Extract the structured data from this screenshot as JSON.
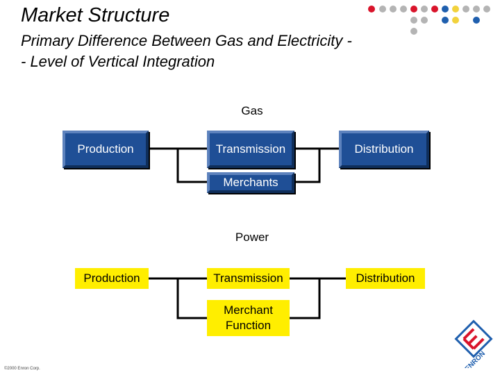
{
  "title": "Market Structure",
  "subtitle": "Primary Difference Between Gas and Electricity -- Level of Vertical Integration",
  "gas": {
    "label": "Gas",
    "production": "Production",
    "transmission": "Transmission",
    "distribution": "Distribution",
    "merchants": "Merchants"
  },
  "power": {
    "label": "Power",
    "production": "Production",
    "transmission": "Transmission",
    "distribution": "Distribution",
    "merchant_line1": "Merchant",
    "merchant_line2": "Function"
  },
  "footer": "©2000 Enron Corp.",
  "logo_text": "ENRON",
  "colors": {
    "gas_box": "#1f4f96",
    "power_box": "#ffee00",
    "dot_red": "#d9142b",
    "dot_gray": "#b4b4b4",
    "dot_blue": "#1f5fae",
    "dot_yellow": "#f2d23c"
  }
}
